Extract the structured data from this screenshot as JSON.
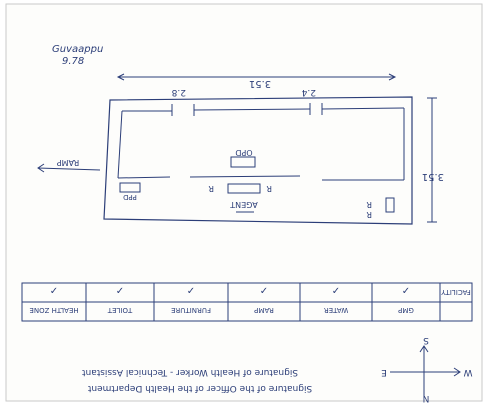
{
  "sheet": {
    "corner_note_1": "Guvaappu",
    "corner_note_2": "9.78"
  },
  "plan": {
    "overall_length_label": "3.51",
    "overall_width_label": "3.51",
    "opening_label_left": "2.8",
    "opening_label_right": "2.4",
    "center_room_label": "OPD",
    "center_box_label": "OPD",
    "ramp_label": "RAMP",
    "small_box_label": "PPD",
    "mark_r_left": "R",
    "mark_r_right": "R",
    "mark_r_bottom": "R",
    "bottom_box_label": "AGENT",
    "window_right_label": "R"
  },
  "facility_table": {
    "header": "FACILITY",
    "columns": [
      "GMP",
      "WATER",
      "RAMP",
      "FURNITURE",
      "TOILET",
      "HEALTH ZONE"
    ],
    "ticks": [
      "✓",
      "✓",
      "✓",
      "✓",
      "✓",
      "✓"
    ]
  },
  "footer": {
    "line_1": "Signature of Health Worker - Technical Assistant",
    "line_2": "Signature of the Officer of the Health Department"
  },
  "compass": {
    "north": "N",
    "south": "S",
    "east": "E",
    "west": "W"
  }
}
